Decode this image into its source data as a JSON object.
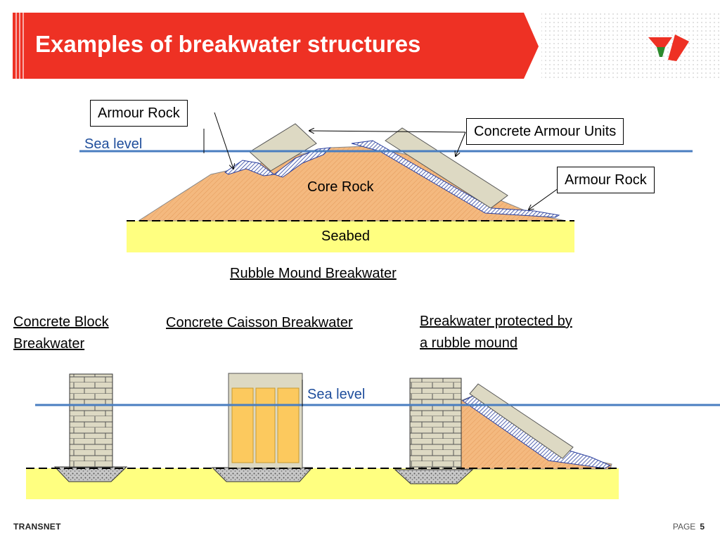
{
  "slide": {
    "title": "Examples of breakwater structures",
    "brand": "TRANSNET",
    "page_label": "PAGE",
    "page_number": "5"
  },
  "top_diagram": {
    "caption": "Rubble Mound Breakwater",
    "sea_level": "Sea level",
    "core": "Core  Rock",
    "seabed": "Seabed",
    "armour_left": "Armour  Rock",
    "armour_right": "Armour  Rock",
    "concrete_units": "Concrete Armour  Units"
  },
  "bottom_diagrams": {
    "block_caption_line1": "Concrete Block",
    "block_caption_line2": "Breakwater",
    "caisson_caption": "Concrete Caisson Breakwater",
    "protected_caption_line1": "Breakwater protected by",
    "protected_caption_line2": "a rubble mound",
    "sea_level": "Sea level"
  },
  "colors": {
    "header_red": "#ee3124",
    "seabed_yellow": "#ffff80",
    "core_orange": "#f4b97f",
    "armour_unit": "#ddd9c3",
    "sea_line": "#4a7ec0",
    "caisson_fill": "#fcc95e"
  }
}
